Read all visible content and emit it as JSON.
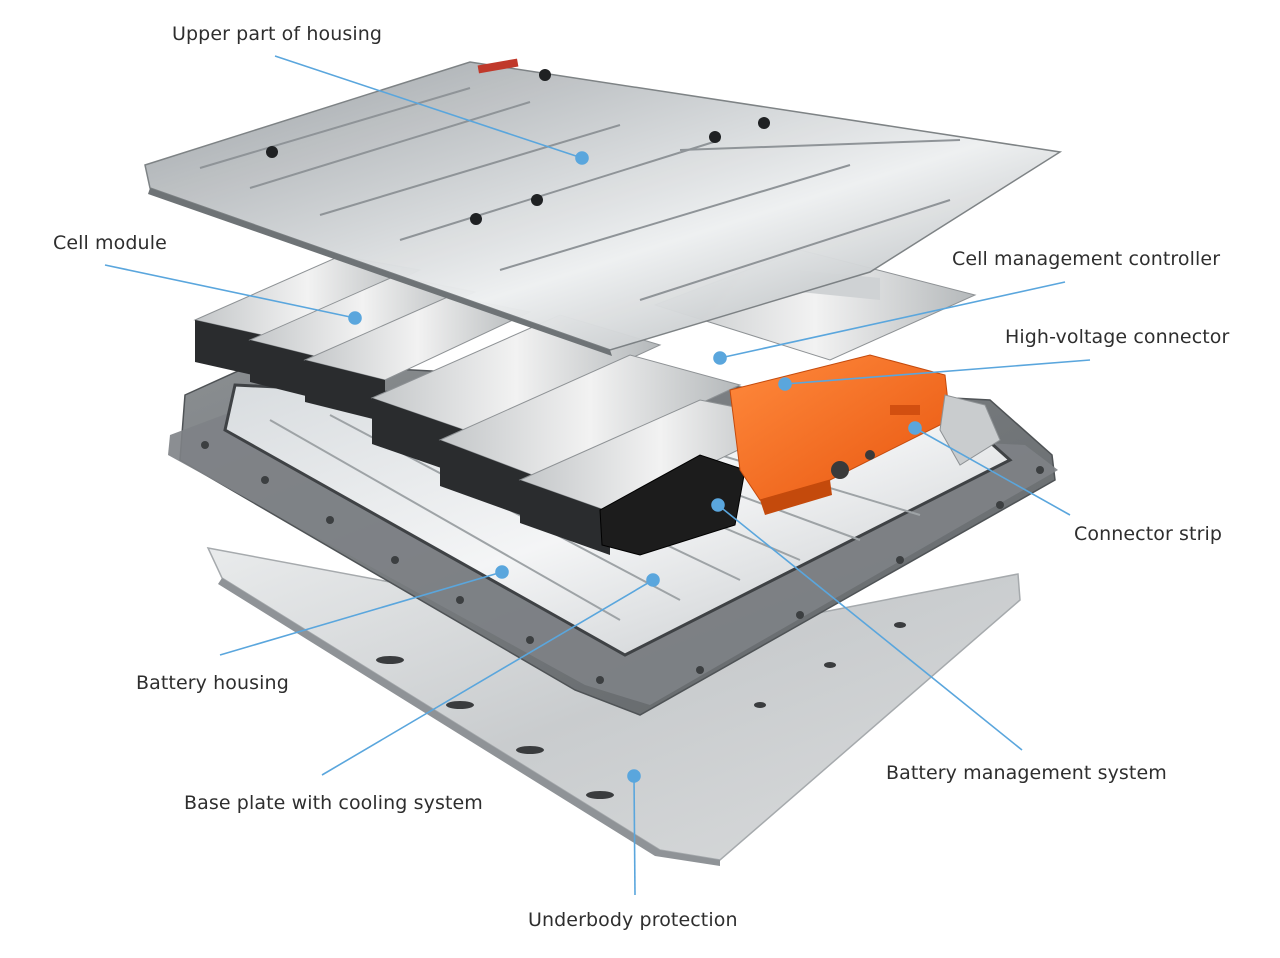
{
  "labels": {
    "upper_housing": "Upper part of housing",
    "cell_module": "Cell module",
    "cell_management_controller": "Cell management controller",
    "high_voltage_connector": "High-voltage connector",
    "connector_strip": "Connector strip",
    "battery_housing": "Battery housing",
    "base_plate_cooling": "Base plate with cooling system",
    "battery_management_system": "Battery management system",
    "underbody_protection": "Underbody protection"
  },
  "colors": {
    "leader_line": "#5aa6dd",
    "label_text": "#2e2e2e",
    "aluminium": "#b7bcc0",
    "aluminium_dark": "#8c9195",
    "orange_component": "#ff6a1f",
    "housing_frame": "#6f7377",
    "black_component": "#1c1c1c"
  }
}
